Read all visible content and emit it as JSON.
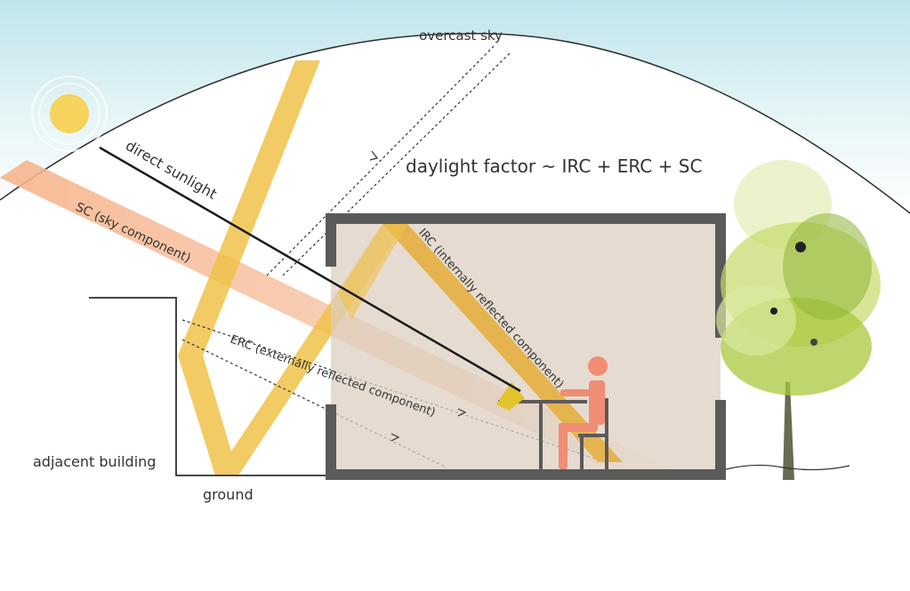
{
  "labels": {
    "overcast_sky": "overcast sky",
    "formula": "daylight factor ~ IRC + ERC + SC",
    "direct_sunlight": "direct sunlight",
    "sc": "SC (sky component)",
    "irc": "IRC (internally reflected component)",
    "erc": "ERC (externally reflected component)",
    "adjacent_building": "adjacent building",
    "ground": "ground"
  },
  "colors": {
    "sky": "#bfe6ec",
    "sun": "#f5d35c",
    "beam": "#f0c24a",
    "sc_beam": "#f6b48c",
    "room_fill": "#dccfc0",
    "wall": "#5a5a5a",
    "person": "#f08d74",
    "chair": "#5a5a5a",
    "tree_green": "#a9c83d",
    "trunk": "#6b6a52"
  }
}
